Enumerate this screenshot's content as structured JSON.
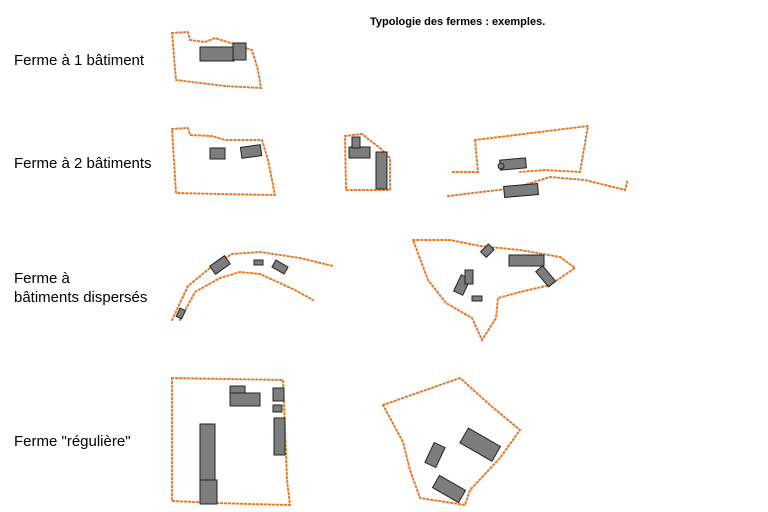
{
  "title": "Typologie des fermes : exemples.",
  "rows": [
    {
      "label_lines": [
        "Ferme à 1 bâtiment"
      ]
    },
    {
      "label_lines": [
        "Ferme à 2 bâtiments"
      ]
    },
    {
      "label_lines": [
        "Ferme à",
        "bâtiments dispersés"
      ]
    },
    {
      "label_lines": [
        "Ferme \"régulière\""
      ]
    }
  ],
  "colors": {
    "boundary": "#e8782a",
    "building_fill": "#7d7d7d",
    "building_stroke": "#222222",
    "background": "#ffffff"
  }
}
